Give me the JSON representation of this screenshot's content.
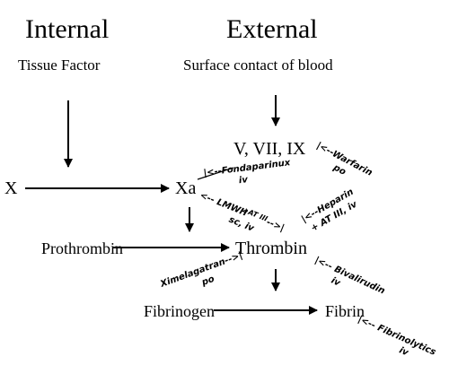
{
  "headers": {
    "internal": "Internal",
    "external": "External"
  },
  "subheaders": {
    "internal": "Tissue Factor",
    "external": "Surface contact of blood"
  },
  "nodes": {
    "v_vii_ix": "V, VII, IX",
    "x": "X",
    "xa": "Xa",
    "prothrombin": "Prothrombin",
    "thrombin": "Thrombin",
    "fibrinogen": "Fibrinogen",
    "fibrin": "Fibrin"
  },
  "drugs": {
    "fondaparinux": {
      "name": "|<--Fondaparinux",
      "route": "iv"
    },
    "warfarin": {
      "name": "|<--Warfarin",
      "route": "po"
    },
    "lmwh": {
      "name": "<-- LMWH",
      "sup": "+AT III",
      "tail": "-->|",
      "route": "sc, iv"
    },
    "heparin": {
      "name": "|<--Heparin",
      "route": "+ AT III, iv"
    },
    "ximelagatran": {
      "name": "Ximelagatran-->|",
      "route": "po"
    },
    "bivalirudin": {
      "name": "|<-- Bivalirudin",
      "route": "iv"
    },
    "fibrinolytics": {
      "name": "|<-- Fibrinolytics",
      "route": "iv"
    }
  }
}
